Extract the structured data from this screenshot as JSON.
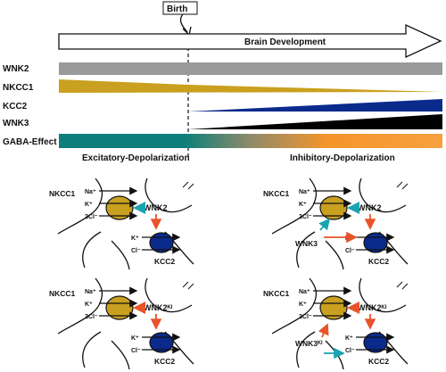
{
  "timeline": {
    "birth_label": "Birth",
    "arrow_label": "Brain Development",
    "rows": [
      {
        "label": "WNK2",
        "shape": "constant",
        "color": "#9a9a9a"
      },
      {
        "label": "NKCC1",
        "shape": "decreasing",
        "color": "#c9a01f"
      },
      {
        "label": "KCC2",
        "shape": "increasing",
        "color": "#0a2a8c"
      },
      {
        "label": "WNK3",
        "shape": "increasing",
        "color": "#000000"
      },
      {
        "label": "GABA-Effect",
        "shape": "gradient",
        "color_start": "#0e7f7a",
        "color_end": "#f5952a"
      }
    ],
    "phase_left": "Excitatory-Depolarization",
    "phase_right": "Inhibitory-Depolarization"
  },
  "panels": [
    {
      "nkcc1": "NKCC1",
      "kcc2": "KCC2",
      "ions_in": [
        "Na⁺",
        "K⁺",
        "2Cl⁻"
      ],
      "ions_out": [
        "K⁺",
        "Cl⁻"
      ],
      "kinase": "WNK2",
      "kinase_arrow": "#19a3b0",
      "extra": "",
      "extra_arrow": ""
    },
    {
      "nkcc1": "NKCC1",
      "kcc2": "KCC2",
      "ions_in": [
        "Na⁺",
        "K⁺",
        "2Cl⁻"
      ],
      "ions_out": [
        "K⁺",
        "Cl⁻"
      ],
      "kinase": "WNK2",
      "kinase_arrow": "#19a3b0",
      "extra": "WNK3",
      "extra_arrow": "#19a3b0"
    },
    {
      "nkcc1": "NKCC1",
      "kcc2": "KCC2",
      "ions_in": [
        "Na⁺",
        "K⁺",
        "2Cl⁻"
      ],
      "ions_out": [
        "K⁺",
        "Cl⁻"
      ],
      "kinase": "WNK2ᴷᴵ",
      "kinase_arrow": "#e8532a",
      "extra": "",
      "extra_arrow": ""
    },
    {
      "nkcc1": "NKCC1",
      "kcc2": "KCC2",
      "ions_in": [
        "Na⁺",
        "K⁺",
        "2Cl⁻"
      ],
      "ions_out": [
        "K⁺",
        "Cl⁻"
      ],
      "kinase": "WNK2ᴷᴵ",
      "kinase_arrow": "#e8532a",
      "extra": "WNK3ᴷᴵ",
      "extra_arrow": "#19a3b0"
    }
  ],
  "colors": {
    "nkcc1_fill": "#c9a01f",
    "kcc2_fill": "#0a2a8c",
    "inhibit": "#e8532a",
    "activate": "#19a3b0"
  }
}
